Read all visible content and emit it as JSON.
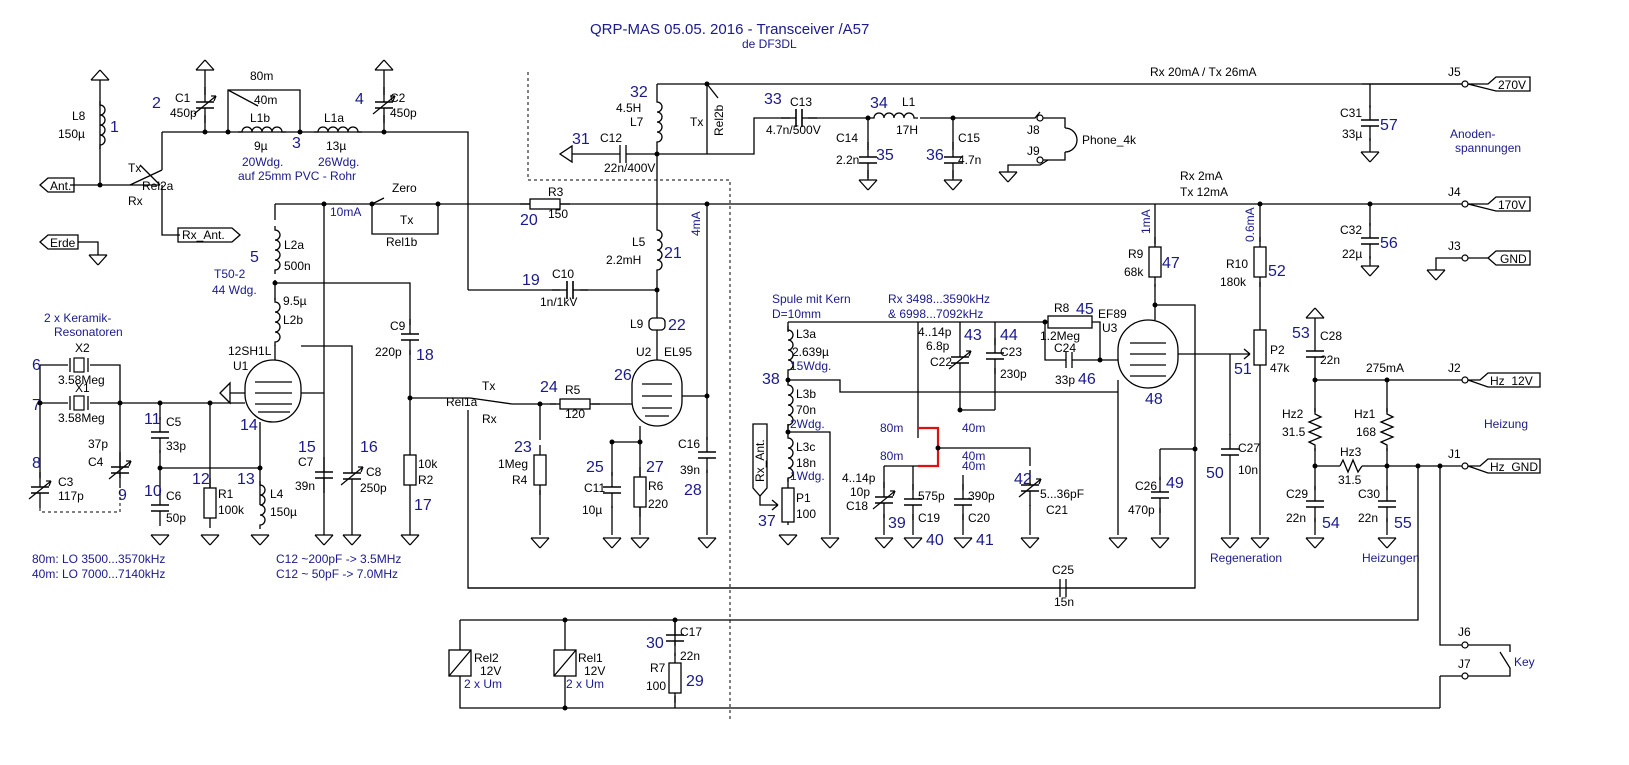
{
  "title": "QRP-MAS 05.05. 2016 - Transceiver  /A57",
  "subtitle": "de DF3DL",
  "ports": {
    "ant": "Ant.",
    "erde": "Erde",
    "rx_ant": "Rx_Ant.",
    "rx_ant_v": "Rx_Ant.",
    "v270": "270V",
    "v170": "170V",
    "gnd": "GND",
    "hz12": "Hz_12V",
    "hzgnd": "Hz_GND",
    "phone": "Phone_4k"
  },
  "jacks": {
    "j1": "J1",
    "j2": "J2",
    "j3": "J3",
    "j4": "J4",
    "j5": "J5",
    "j6": "J6",
    "j7": "J7",
    "j8": "J8",
    "j9": "J9"
  },
  "notes": {
    "anode_rail": "Rx 20mA / Tx 26mA",
    "rx2": "Rx 2mA",
    "tx12": "Tx 12mA",
    "anoden1": "Anoden-",
    "anoden2": "spannungen",
    "heizung": "Heizung",
    "heizungen": "Heizungen",
    "regeneration": "Regeneration",
    "ma275": "275mA",
    "ma10": "10mA",
    "ma4": "4mA",
    "ma1": "1mA",
    "ma06": "0.6mA",
    "zero": "Zero",
    "spule1": "Spule mit Kern",
    "spule2": "D=10mm",
    "rxband1": "Rx 3498...3590kHz",
    "rxband2": "&    6998...7092kHz",
    "band80a": "80m",
    "band40a": "40m",
    "band80b": "80m",
    "band40b": "40m",
    "band40c": "40m",
    "sw80": "80m",
    "sw40": "40m",
    "wdg20": "20Wdg.",
    "wdg26": "26Wdg.",
    "pvc": "auf 25mm PVC - Rohr",
    "t50": "T50-2",
    "wdg44": "44 Wdg.",
    "keramik1": "2 x Keramik-",
    "keramik2": "Resonatoren",
    "lo80": "80m: LO 3500...3570kHz",
    "lo40": "40m: LO 7000...7140kHz",
    "c12a": "C12 ~200pF -> 3.5MHz",
    "c12b": "C12 ~  50pF -> 7.0MHz",
    "key": "Key"
  },
  "parts": {
    "L8": "L8",
    "L8v": "150µ",
    "C1": "C1",
    "C1v": "450p",
    "L1b": "L1b",
    "L1bv": "9µ",
    "L1a": "L1a",
    "L1av": "13µ",
    "C2": "C2",
    "C2v": "450p",
    "Rel2a": "Rel2a",
    "Tx": "Tx",
    "Rx": "Rx",
    "L2a": "L2a",
    "L2av": "500n",
    "L2b": "L2b",
    "L2bv": "9.5µ",
    "Rel1b": "Rel1b",
    "Tx2": "Tx",
    "R3": "R3",
    "R3v": "150",
    "X2": "X2",
    "X2v": "3.58Meg",
    "X1": "X1",
    "X1v": "3.58Meg",
    "C4": "C4",
    "C4v": "37p",
    "C3": "C3",
    "C3v": "117p",
    "U1": "U1",
    "U1t": "12SH1L",
    "C5": "C5",
    "C5v": "33p",
    "C6": "C6",
    "C6v": "50p",
    "R1": "R1",
    "R1v": "100k",
    "L4": "L4",
    "L4v": "150µ",
    "C7": "C7",
    "C7v": "39n",
    "C8": "C8",
    "C8v": "250p",
    "C9": "C9",
    "C9v": "220p",
    "R2": "R2",
    "R2v": "10k",
    "Rel1a": "Rel1a",
    "Tx3": "Tx",
    "Rx3": "Rx",
    "L7": "L7",
    "L7v": "4.5H",
    "Rel2b": "Rel2b",
    "Tx4": "Tx",
    "C12": "C12",
    "C12v": "22n/400V",
    "C13": "C13",
    "C13v": "4.7n/500V",
    "L1": "L1",
    "L1v": "17H",
    "C14": "C14",
    "C14v": "2.2n",
    "C15": "C15",
    "C15v": "4.7n",
    "L5": "L5",
    "L5v": "2.2mH",
    "C10": "C10",
    "C10v": "1n/1kV",
    "L9": "L9",
    "U2": "U2",
    "U2t": "EL95",
    "R5": "R5",
    "R5v": "120",
    "R4": "R4",
    "R4v": "1Meg",
    "C11": "C11",
    "C11v": "10µ",
    "R6": "R6",
    "R6v": "220",
    "C16": "C16",
    "C16v": "39n",
    "L3a": "L3a",
    "L3av": "2.639µ",
    "L3aw": "15Wdg.",
    "L3b": "L3b",
    "L3bv": "70n",
    "L3bw": "2Wdg.",
    "L3c": "L3c",
    "L3cv": "18n",
    "L3cw": "1Wdg.",
    "P1": "P1",
    "P1v": "100",
    "C22": "C22",
    "C22r": "4..14p",
    "C22v": "6.8p",
    "C23": "C23",
    "C23v": "230p",
    "R8": "R8",
    "R8v": "1.2Meg",
    "C24": "C24",
    "C24v": "33p",
    "C18": "C18",
    "C18r": "4..14p",
    "C18v": "10p",
    "C19": "C19",
    "C19v": "575p",
    "C20": "C20",
    "C20v": "390p",
    "C21": "C21",
    "C21v": "5...36pF",
    "U3": "U3",
    "U3t": "EF89",
    "R9": "R9",
    "R9v": "68k",
    "C26": "C26",
    "C26v": "470p",
    "C27": "C27",
    "C27v": "10n",
    "R10": "R10",
    "R10v": "180k",
    "P2": "P2",
    "P2v": "47k",
    "C25": "C25",
    "C25v": "15n",
    "C31": "C31",
    "C31v": "33µ",
    "C32": "C32",
    "C32v": "22µ",
    "C28": "C28",
    "C28v": "22n",
    "Hz2": "Hz2",
    "Hz2v": "31.5",
    "Hz1": "Hz1",
    "Hz1v": "168",
    "Hz3": "Hz3",
    "Hz3v": "31.5",
    "C29": "C29",
    "C29v": "22n",
    "C30": "C30",
    "C30v": "22n",
    "Rel2": "Rel2",
    "Rel2v": "12V",
    "Rel2c": "2 x Um",
    "Rel1": "Rel1",
    "Rel1v": "12V",
    "Rel1c": "2 x Um",
    "C17": "C17",
    "C17v": "22n",
    "R7": "R7",
    "R7v": "100"
  },
  "nodes": {
    "n1": "1",
    "n2": "2",
    "n3": "3",
    "n4": "4",
    "n5": "5",
    "n6": "6",
    "n7": "7",
    "n8": "8",
    "n9": "9",
    "n10": "10",
    "n11": "11",
    "n12": "12",
    "n13": "13",
    "n14": "14",
    "n15": "15",
    "n16": "16",
    "n17": "17",
    "n18": "18",
    "n19": "19",
    "n20": "20",
    "n21": "21",
    "n22": "22",
    "n23": "23",
    "n24": "24",
    "n25": "25",
    "n26": "26",
    "n27": "27",
    "n28": "28",
    "n29": "29",
    "n30": "30",
    "n31": "31",
    "n32": "32",
    "n33": "33",
    "n34": "34",
    "n35": "35",
    "n36": "36",
    "n37": "37",
    "n38": "38",
    "n39": "39",
    "n40": "40",
    "n41": "41",
    "n42": "42",
    "n43": "43",
    "n44": "44",
    "n45": "45",
    "n46": "46",
    "n47": "47",
    "n48": "48",
    "n49": "49",
    "n50": "50",
    "n51": "51",
    "n52": "52",
    "n53": "53",
    "n54": "54",
    "n55": "55",
    "n56": "56",
    "n57": "57"
  },
  "colors": {
    "wire": "#000000",
    "label": "#1a1a8c",
    "highlight": "#e01010"
  }
}
